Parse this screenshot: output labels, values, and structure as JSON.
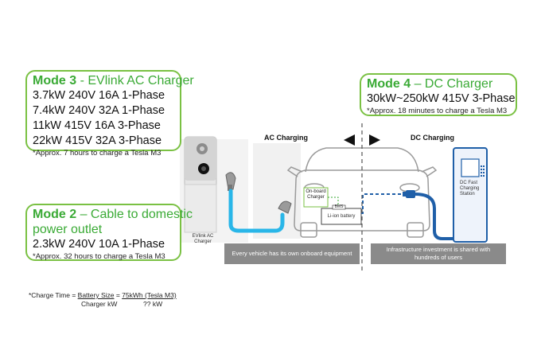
{
  "mode3": {
    "title_bold": "Mode 3",
    "title_rest": " - EVlink AC Charger",
    "lines": [
      "3.7kW 240V 16A 1-Phase",
      "7.4kW 240V 32A 1-Phase",
      "11kW 415V 16A 3-Phase",
      "22kW 415V 32A 3-Phase"
    ],
    "note": "*Approx. 7 hours to charge a Tesla M3"
  },
  "mode2": {
    "title_bold": "Mode 2",
    "title_rest": " – Cable to domestic power outlet",
    "title_line1": " – Cable to domestic",
    "title_line2": "power outlet",
    "line": "2.3kW 240V 10A 1-Phase",
    "note": "*Approx. 32 hours to charge a Tesla M3"
  },
  "mode4": {
    "title_bold": "Mode 4",
    "title_rest": " – DC Charger",
    "line": "30kW~250kW 415V 3-Phase",
    "note": "*Approx. 18 minutes to charge a Tesla M3"
  },
  "diagram": {
    "ac_label": "AC Charging",
    "dc_label": "DC Charging",
    "onboard_charger": "On-board Charger",
    "bms": "BMS",
    "battery": "Li-ion battery",
    "evlink_label": "EVlink AC Charger",
    "dc_station_label": "DC Fast Charging Station",
    "ac_banner": "Every vehicle has its own onboard equipment",
    "dc_banner": "Infrastructure investment is shared with hundreds of users"
  },
  "formula": {
    "prefix": "*Charge Time = ",
    "numerator": "Battery Size",
    "equals": " = ",
    "numerator2": "75kWh (Tesla M3)",
    "denominator": "Charger kW",
    "denominator2": "?? kW"
  },
  "colors": {
    "accent_green": "#3aaa35",
    "box_border": "#7ac143",
    "ac_cable": "#29b6e8",
    "dc_cable": "#1f5fa8",
    "banner_gray": "#8a8a8a"
  }
}
